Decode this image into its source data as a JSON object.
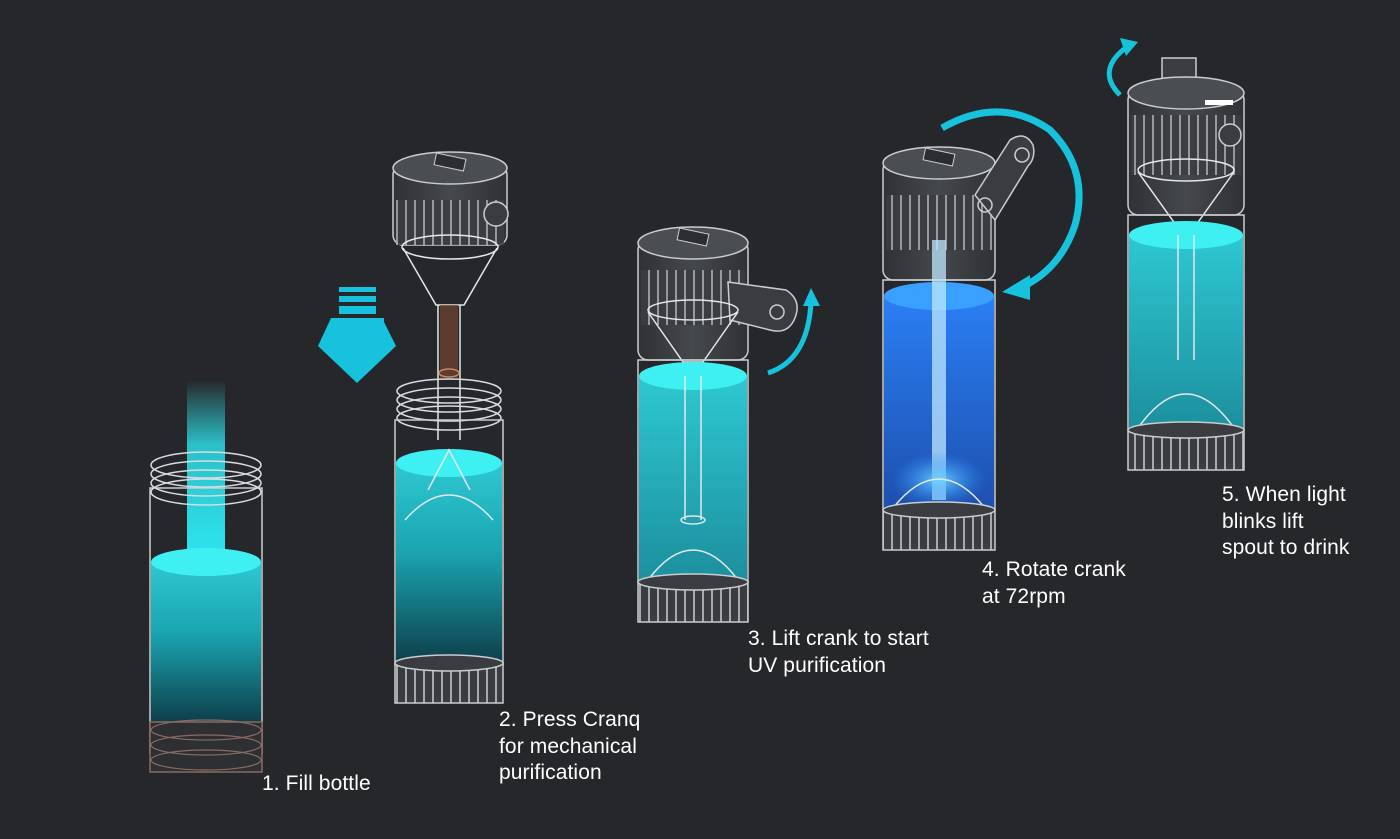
{
  "colors": {
    "background": "#26272a",
    "water": "#2ec4d0",
    "arrow": "#16c2dc",
    "uv_light": "#2a8dff",
    "outline": "#d8dce0",
    "cap": "#3b3d40",
    "text": "#ffffff"
  },
  "steps": [
    {
      "number": 1,
      "lines": [
        "1. Fill bottle"
      ]
    },
    {
      "number": 2,
      "lines": [
        "2. Press Cranq",
        "for mechanical",
        "purification"
      ]
    },
    {
      "number": 3,
      "lines": [
        "3. Lift crank to start",
        "UV purification"
      ]
    },
    {
      "number": 4,
      "lines": [
        "4. Rotate crank",
        "at 72rpm"
      ]
    },
    {
      "number": 5,
      "lines": [
        "5. When light",
        "blinks lift",
        "spout to drink"
      ]
    }
  ],
  "icons": [
    "press-down-arrow-icon",
    "lift-crank-arrow-icon",
    "rotate-crank-arrow-icon",
    "lift-spout-arrow-icon"
  ]
}
